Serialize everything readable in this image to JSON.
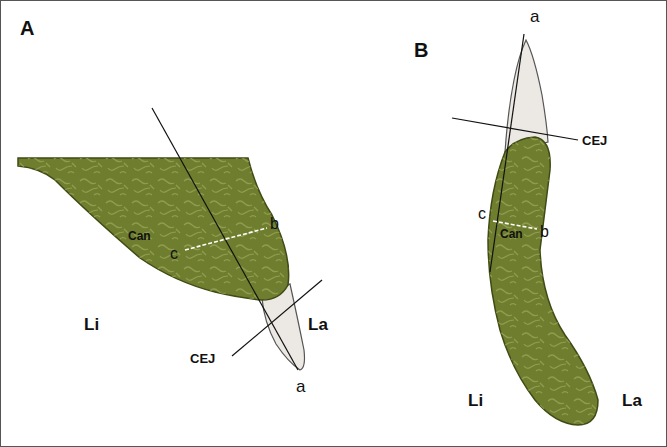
{
  "diagram": {
    "labels": [
      "A",
      "b",
      "Can",
      "c",
      "CEJ",
      "a",
      "Li",
      "La",
      "B",
      "a",
      "CEJ",
      "c",
      "Can",
      "b",
      "Li",
      "La"
    ]
  }
}
